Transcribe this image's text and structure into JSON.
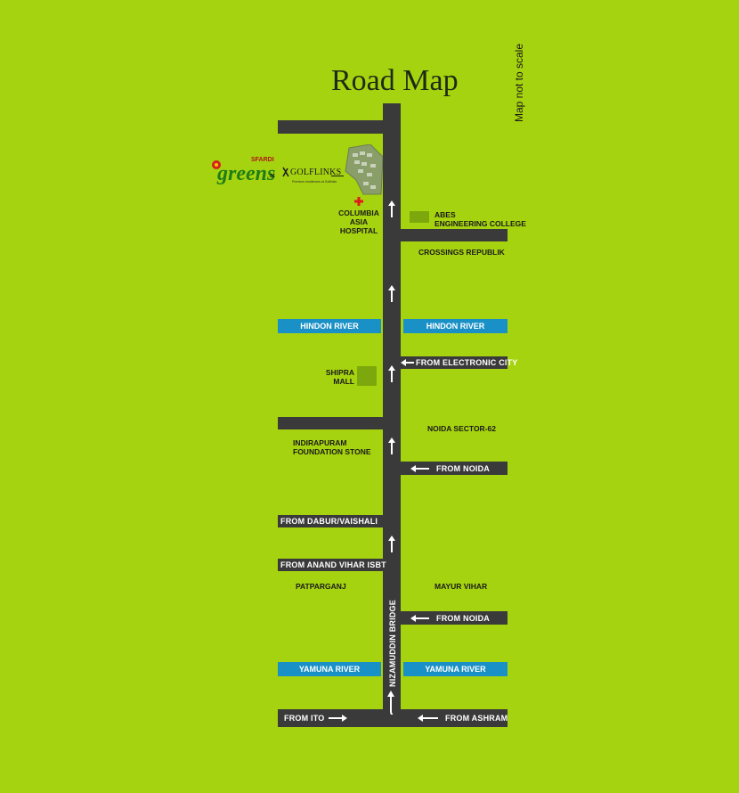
{
  "title": "Road Map",
  "scale_note": "Map not to scale",
  "brand": {
    "sfardi": "SFARDI",
    "greens": "greens",
    "at": "at",
    "golflinks": "GOLFLINKS",
    "golflinks_tagline": "Premium residences at Golflinks",
    "accent_red": "#d42020",
    "accent_green": "#2a8a1e"
  },
  "places": {
    "hospital": "COLUMBIA\nASIA\nHOSPITAL",
    "abes": "ABES\nENGINEERING COLLEGE",
    "crossings": "CROSSINGS REPUBLIK",
    "shipra": "SHIPRA\nMALL",
    "noida62": "NOIDA SECTOR-62",
    "indirapuram": "INDIRAPURAM\nFOUNDATION STONE",
    "patparganj": "PATPARGANJ",
    "mayur": "MAYUR VIHAR"
  },
  "rivers": {
    "hindon_left": "HINDON RIVER",
    "hindon_right": "HINDON RIVER",
    "yamuna_left": "YAMUNA RIVER",
    "yamuna_right": "YAMUNA RIVER"
  },
  "roads": {
    "electronic_city": "FROM ELECTRONIC CITY",
    "noida_1": "FROM NOIDA",
    "dabur": "FROM DABUR/VAISHALI",
    "anand_vihar": "FROM ANAND VIHAR ISBT",
    "noida_2": "FROM NOIDA",
    "ito": "FROM ITO",
    "ashram": "FROM ASHRAM",
    "bridge": "NIZAMUDDIN BRIDGE"
  },
  "colors": {
    "background": "#a6d30f",
    "road": "#3a3a3a",
    "river": "#1a91c6",
    "marker": "#7ca80e",
    "hospital_cross": "#e01b1b"
  }
}
